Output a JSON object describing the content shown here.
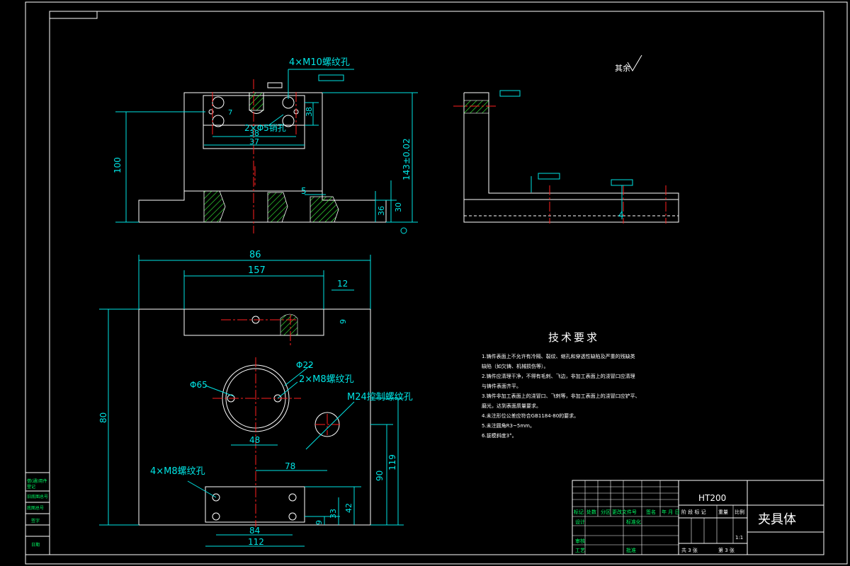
{
  "colors": {
    "outline": "#ffffff",
    "dim": "#00e5e5",
    "center": "#ff2020",
    "hatch": "#3cff3c",
    "title_text": "#00ff66"
  },
  "drawing_labels": {
    "top_note": "4×M10螺纹孔",
    "pin_note": "2×Φ5销孔",
    "roughness_note": "其余",
    "dim_100": "100",
    "dim_143": "143±0.02",
    "dim_38": "38",
    "dim_7": "7",
    "dim_37": "37",
    "dim_38b": "38",
    "dim_5": "5",
    "dim_36": "36",
    "dim_30": "30",
    "dim_4": "4",
    "dim_86": "86",
    "dim_157": "157",
    "dim_12": "12",
    "dim_9": "9",
    "dim_80": "80",
    "dim_d22": "Φ22",
    "dim_d65": "Φ65",
    "note_m8": "2×M8螺纹孔",
    "note_m24": "M24控制螺纹孔",
    "dim_48": "48",
    "dim_119": "119",
    "dim_90": "90",
    "dim_78": "78",
    "note_4m8": "4×M8螺纹孔",
    "dim_33": "33",
    "dim_42": "42",
    "dim_9b": "9",
    "dim_84": "84",
    "dim_112": "112"
  },
  "tech_requirements": {
    "title": "技术要求",
    "items": [
      "1.铸件表面上不允许有冷隔、裂纹、缩孔和穿透性缺陷及严重的残缺类",
      "缺陷（如欠铸、机械损伤等）。",
      "2.铸件应清理干净，不得有毛刺、飞边，非加工表面上的浇冒口应清理",
      "与铸件表面齐平。",
      "3.铸件非加工表面上的浇冒口、飞刺等，非加工表面上的浇冒口应铲平、",
      "磨光，达到表面质量要求。",
      "4.未注形位公差应符合GB1184-80的要求。",
      "5.未注圆角R3~5mm。",
      "6.拔模斜度3°。"
    ]
  },
  "title_block": {
    "material": "HT200",
    "part_name": "夹具体",
    "row_labels": [
      "标记",
      "处数",
      "分区",
      "更改文件号",
      "签名",
      "年 月 日"
    ],
    "design": "设计",
    "standard": "标准化",
    "review": "审核",
    "process": "工艺",
    "approve": "批准",
    "stage_label": "阶 段 标 记",
    "weight_label": "重量",
    "scale_label": "比例",
    "scale_value": "1:1",
    "sheets_total": "共 3 张",
    "sheet_no": "第 3 张"
  },
  "side_strip": [
    "借(通)用件",
    "登记",
    "旧底图总号",
    "底图总号",
    "签字",
    "日期"
  ]
}
